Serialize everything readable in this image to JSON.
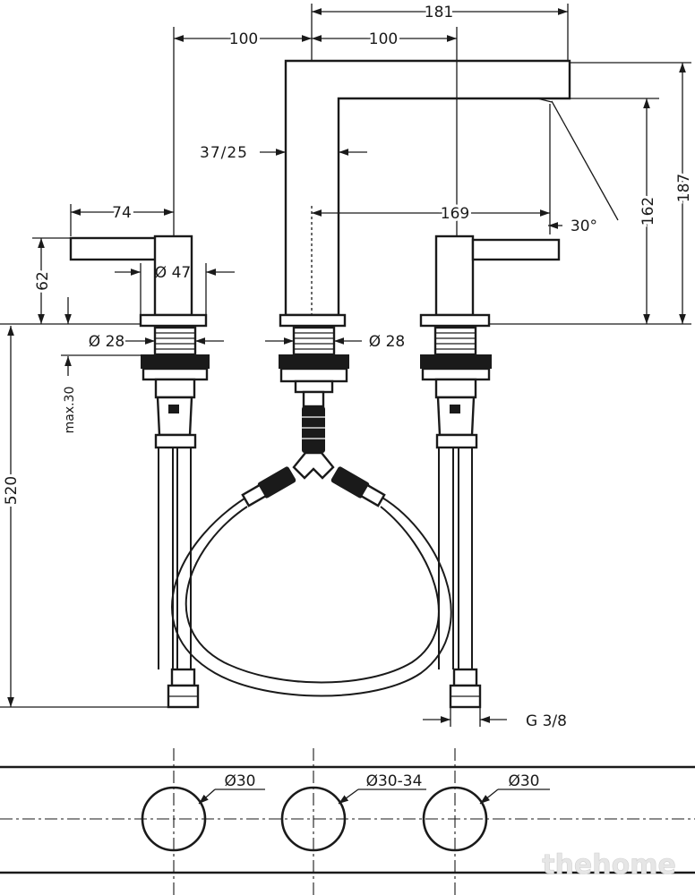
{
  "dimensions": {
    "d181": "181",
    "d100_left": "100",
    "d100_right": "100",
    "d37_25": "37/25",
    "d74": "74",
    "d169": "169",
    "d30deg": "30°",
    "d162": "162",
    "d187": "187",
    "d62": "62",
    "d47": "Ø 47",
    "d28_left": "Ø 28",
    "d28_right": "Ø 28",
    "max30": "max.30",
    "d520": "520",
    "g38": "G 3/8"
  },
  "holes": {
    "left": "Ø30",
    "center": "Ø30-34",
    "right": "Ø30"
  },
  "watermark": "thehome"
}
